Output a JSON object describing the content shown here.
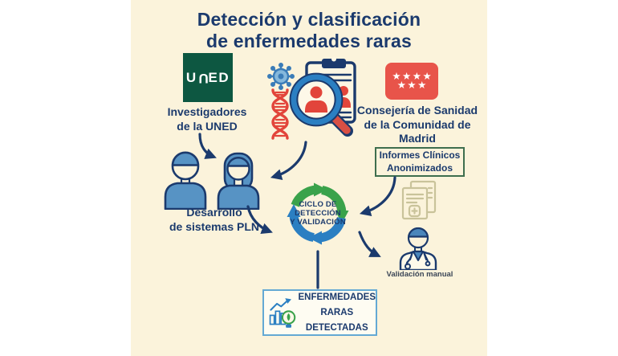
{
  "title": {
    "line1": "Detección y clasificación",
    "line2": "de enfermedades raras"
  },
  "uned": {
    "logo_text": "UNED",
    "label_line1": "Investigadores",
    "label_line2": "de la UNED"
  },
  "madrid": {
    "stars_row1": "★★★★",
    "stars_row2": "★★★",
    "label_line1": "Consejería de Sanidad",
    "label_line2": "de la Comunidad de",
    "label_line3": "Madrid"
  },
  "informes": {
    "line1": "Informes Clínicos",
    "line2": "Anonimizados"
  },
  "pln": {
    "line1": "Desarrollo",
    "line2": "de sistemas PLN"
  },
  "cycle": {
    "line1": "CICLO DE",
    "line2": "DETECCIÓN",
    "line3": "Y VALIDACIÓN"
  },
  "validation": {
    "label": "Validación manual"
  },
  "result": {
    "line1": "ENFERMEDADES",
    "line2": "RARAS",
    "line3": "DETECTADAS"
  },
  "icons": [
    "uned-logo",
    "virus-icon",
    "dna-icon",
    "clipboard-icon",
    "magnifier-icon",
    "madrid-flag-icon",
    "documents-icon",
    "man-icon",
    "woman-icon",
    "cycle-arrows-icon",
    "doctor-icon",
    "chart-lightbulb-icon"
  ],
  "colors": {
    "panel_background": "#fbf3db",
    "navy": "#1b3a6d",
    "uned_green": "#0d5741",
    "madrid_red": "#e8544a",
    "accent_red": "#e2453b",
    "people_blue": "#5793c4",
    "cycle_green": "#3aa24a",
    "cycle_blue": "#2b7fc2",
    "informes_border": "#3e6e4e",
    "result_border": "#64a9d4",
    "documents_tan": "#c9c39a"
  }
}
